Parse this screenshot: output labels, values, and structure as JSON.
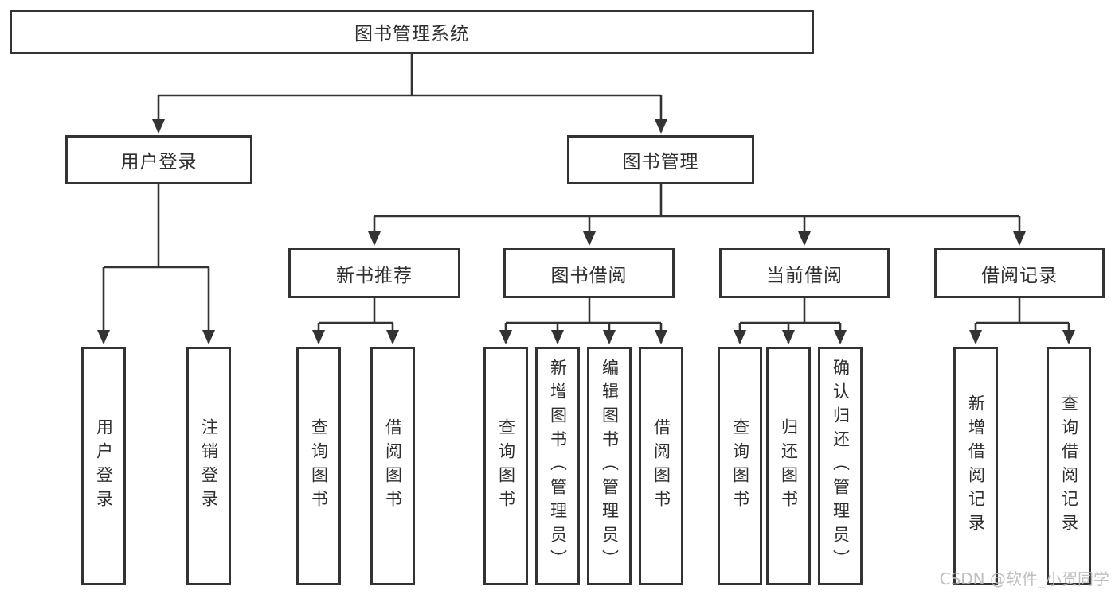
{
  "colors": {
    "line": "#333333",
    "text": "#2f2f2f",
    "watermark": "#b9b9b9",
    "bg": "#ffffff"
  },
  "watermark": "CSDN @软件_小贺同学",
  "tree": {
    "root": {
      "label": "图书管理系统"
    },
    "branches": [
      {
        "label": "用户登录",
        "children": [
          {
            "label": "用户登录"
          },
          {
            "label": "注销登录"
          }
        ]
      },
      {
        "label": "图书管理",
        "children": [
          {
            "label": "新书推荐",
            "children": [
              {
                "label": "查询图书"
              },
              {
                "label": "借阅图书"
              }
            ]
          },
          {
            "label": "图书借阅",
            "children": [
              {
                "label": "查询图书"
              },
              {
                "label": "新增图书（管理员）"
              },
              {
                "label": "编辑图书（管理员）"
              },
              {
                "label": "借阅图书"
              }
            ]
          },
          {
            "label": "当前借阅",
            "children": [
              {
                "label": "查询图书"
              },
              {
                "label": "归还图书"
              },
              {
                "label": "确认归还（管理员）"
              }
            ]
          },
          {
            "label": "借阅记录",
            "children": [
              {
                "label": "新增借阅记录"
              },
              {
                "label": "查询借阅记录"
              }
            ]
          }
        ]
      }
    ]
  }
}
